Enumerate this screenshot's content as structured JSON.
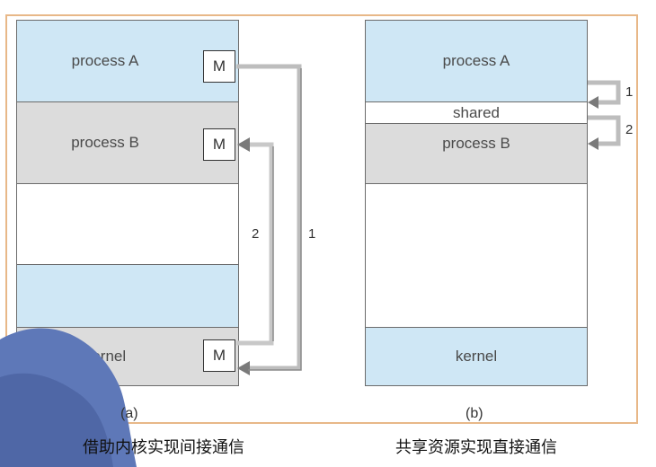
{
  "diagram_a": {
    "process_a": "process A",
    "process_b": "process B",
    "kernel": "kernel",
    "m_label": "M",
    "arrow1_label": "1",
    "arrow2_label": "2",
    "sublabel": "(a)"
  },
  "diagram_b": {
    "process_a": "process A",
    "shared": "shared",
    "process_b": "process B",
    "kernel": "kernel",
    "arrow1_label": "1",
    "arrow2_label": "2",
    "sublabel": "(b)"
  },
  "captions": {
    "left": "借助内核实现间接通信",
    "right": "共享资源实现直接通信"
  },
  "colors": {
    "blue_segment": "#cfe7f5",
    "gray_segment": "#dcdcdc",
    "arrow_light": "#c8c8c8",
    "arrow_dark": "#7a7a7a",
    "border": "#e8b888"
  }
}
